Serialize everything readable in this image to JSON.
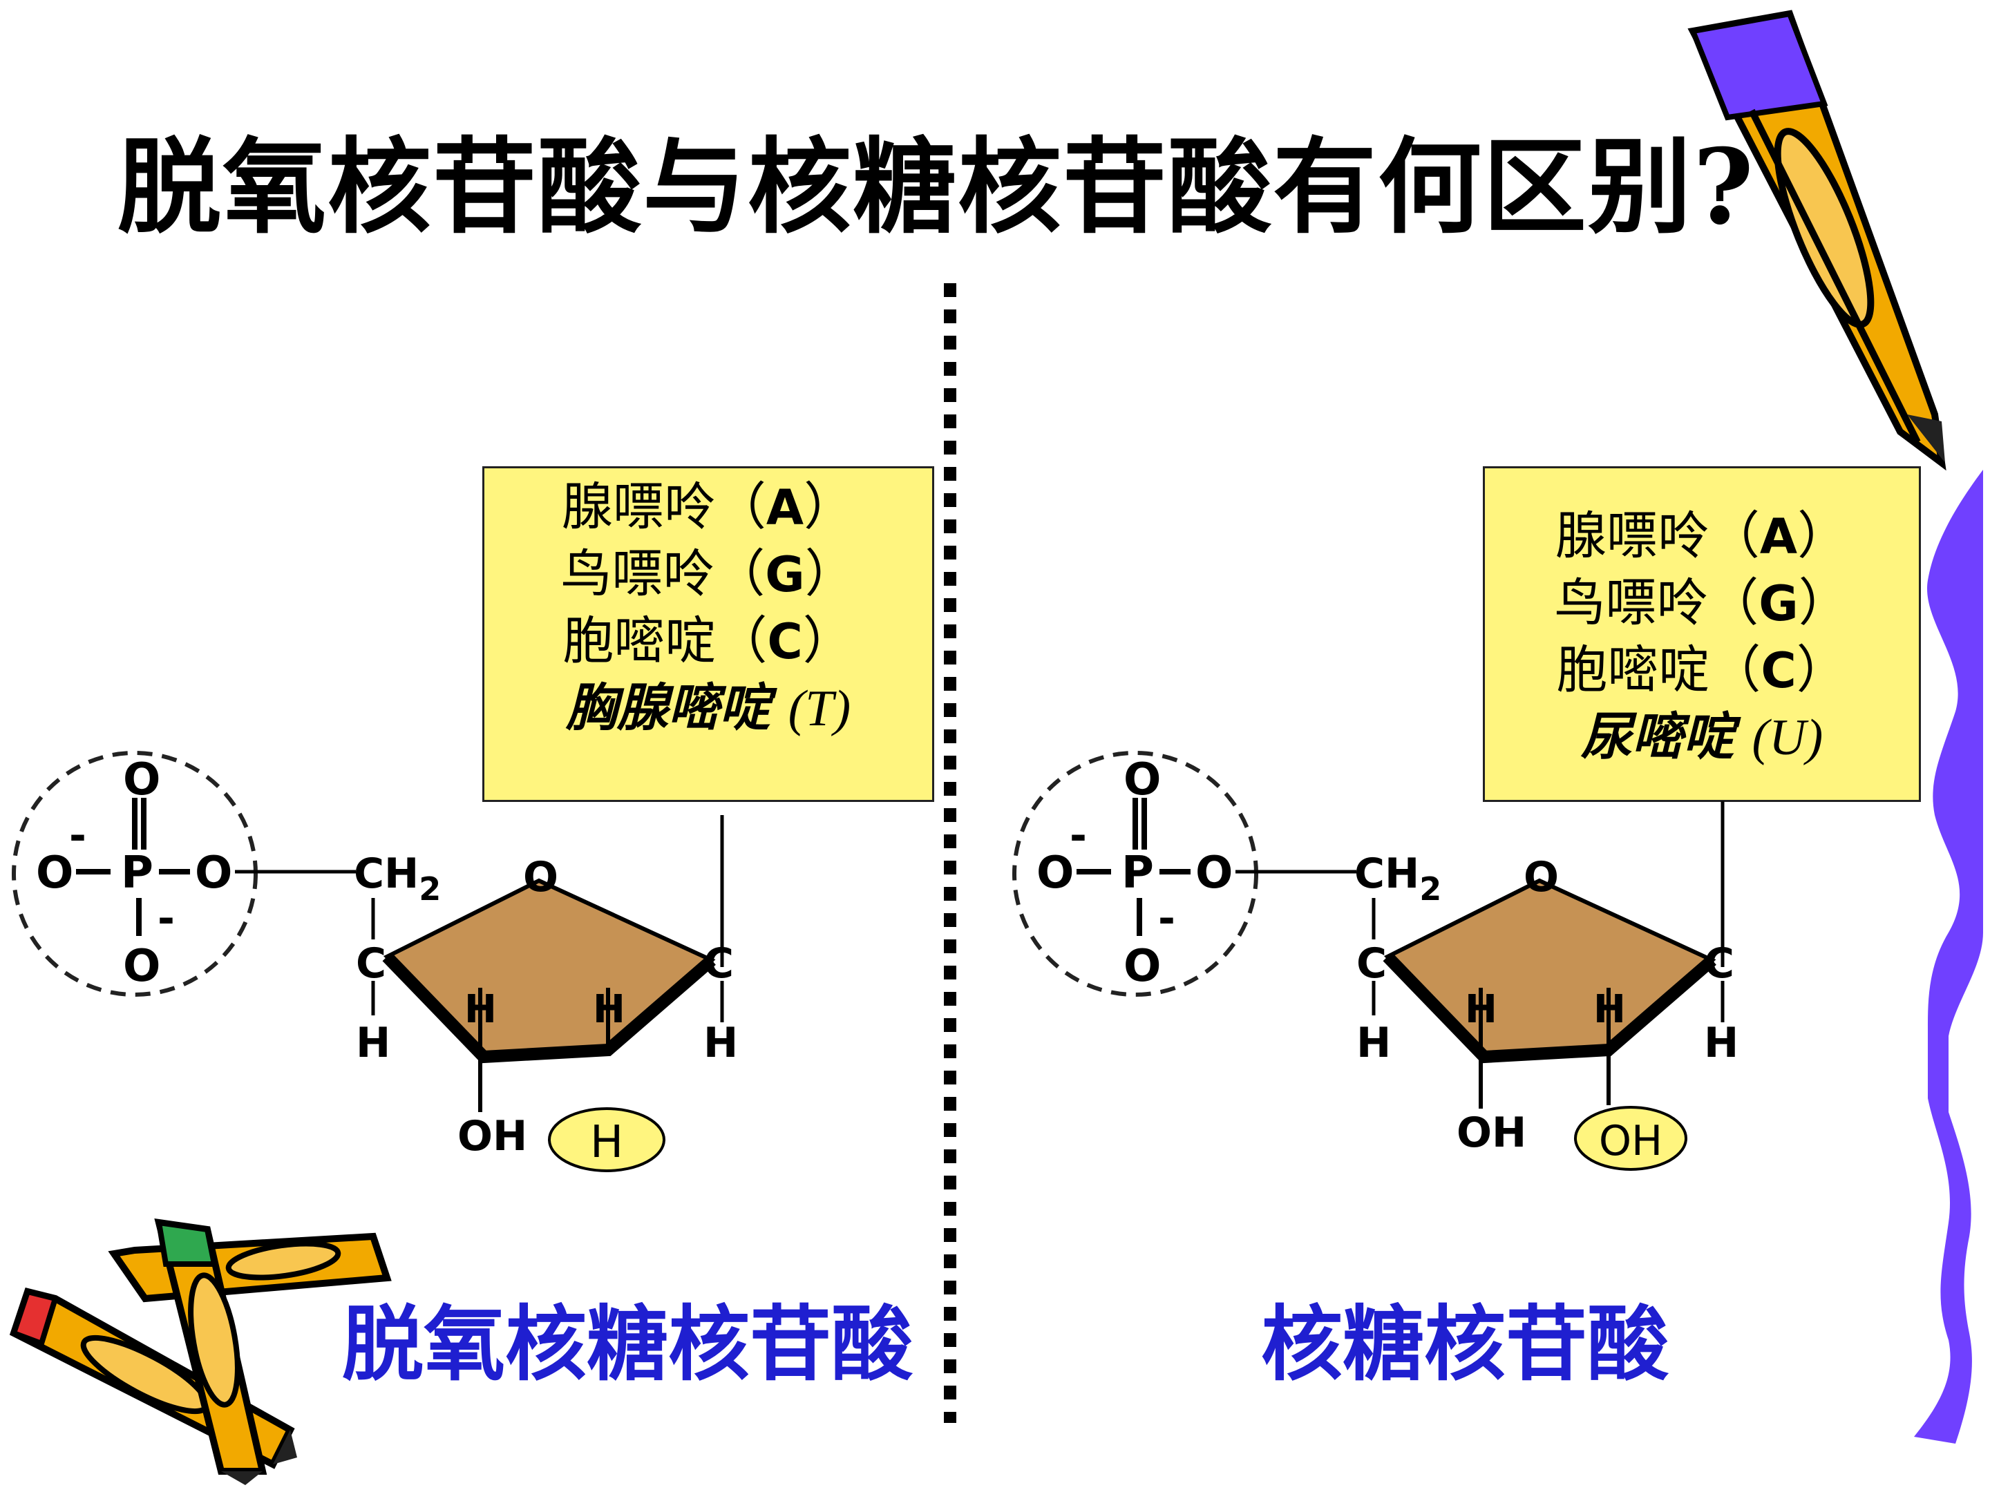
{
  "title": "脱氧核苷酸与核糖核苷酸有何区别?",
  "left": {
    "bases": [
      {
        "name": "腺嘌呤",
        "code": "A"
      },
      {
        "name": "鸟嘌呤",
        "code": "G"
      },
      {
        "name": "胞嘧啶",
        "code": "C"
      }
    ],
    "special_base": {
      "name": "胸腺嘧啶",
      "code": "T"
    },
    "carbon2_group": "H",
    "caption": "脱氧核糖核苷酸"
  },
  "right": {
    "bases": [
      {
        "name": "腺嘌呤",
        "code": "A"
      },
      {
        "name": "鸟嘌呤",
        "code": "G"
      },
      {
        "name": "胞嘧啶",
        "code": "C"
      }
    ],
    "special_base": {
      "name": "尿嘧啶",
      "code": "U"
    },
    "carbon2_group": "OH",
    "caption": "核糖核苷酸"
  },
  "molecule": {
    "o": "O",
    "p": "P",
    "c": "C",
    "h": "H",
    "ch2": "CH",
    "ch2_sub": "2",
    "oh": "OH",
    "minus": "-"
  },
  "colors": {
    "sugar": "#c69254",
    "highlight": "#fff57f",
    "caption": "#1f1fd0",
    "border_stripe": "#7040ff"
  },
  "decorations": [
    "pencil-icon",
    "crossed-pencils-icon",
    "wavy-border"
  ]
}
